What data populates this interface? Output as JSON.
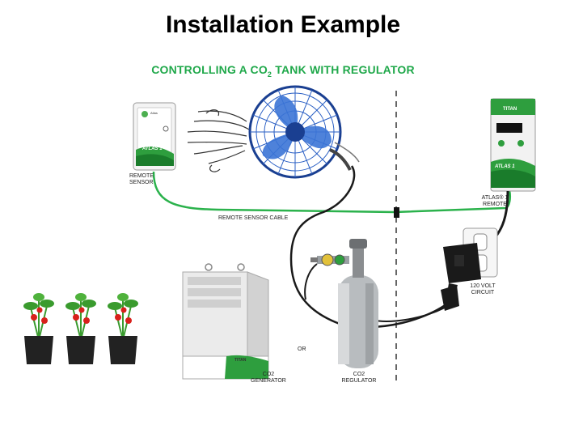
{
  "title": "Installation Example",
  "subtitle": {
    "before": "CONTROLLING A CO",
    "sub": "2",
    "after": " TANK WITH REGULATOR"
  },
  "labels": {
    "remote_sensor_line1": "REMOTE",
    "remote_sensor_line2": "SENSOR",
    "remote_sensor_cable": "REMOTE SENSOR CABLE",
    "atlas_remote_line1": "ATLAS® 1",
    "atlas_remote_line2": "REMOTE",
    "circuit_line1": "120 VOLT",
    "circuit_line2": "CIRCUIT",
    "or": "OR",
    "generator_line1": "CO2",
    "generator_line2": "GENERATOR",
    "regulator_line1": "CO2",
    "regulator_line2": "REGULATOR"
  },
  "device_text": {
    "sensor_brand": "Atlas",
    "sensor_model": "ATLAS 1",
    "controller_brand": "TITAN",
    "controller_model": "ATLAS 1",
    "generator_brand": "TITAN"
  },
  "colors": {
    "accent_green": "#1fa84a",
    "cable_green": "#2bb24c",
    "fan_blue": "#2a5fc4",
    "fan_dark_blue": "#1a3f91",
    "cord_black": "#1a1a1a",
    "tank_gray": "#b8bcbf",
    "tomato_red": "#d8201b",
    "leaf_green": "#3a9b2e"
  }
}
